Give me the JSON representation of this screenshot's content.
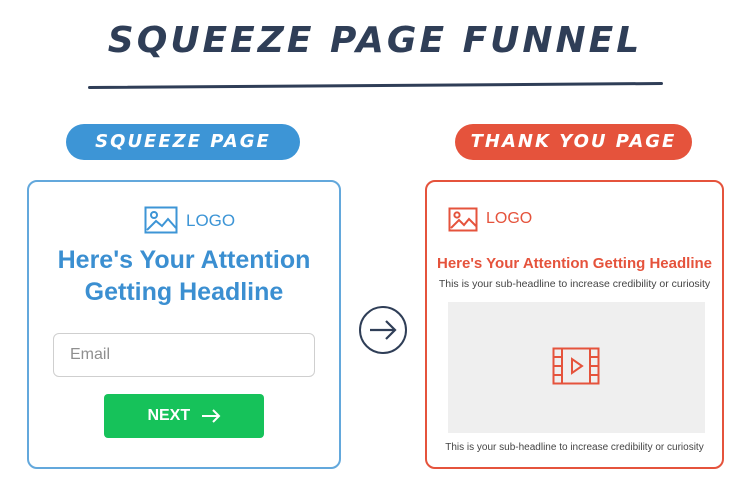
{
  "title": "SQUEEZE PAGE FUNNEL",
  "squeeze": {
    "pill": "SQUEEZE PAGE",
    "logo": "LOGO",
    "headline": "Here's Your Attention Getting Headline",
    "email_placeholder": "Email",
    "button": "NEXT"
  },
  "thankyou": {
    "pill": "THANK YOU PAGE",
    "logo": "LOGO",
    "headline": "Here's Your Attention Getting Headline",
    "subheadline_top": "This is your sub-headline to increase credibility or curiosity",
    "subheadline_bottom": "This is your sub-headline to increase credibility or curiosity"
  },
  "colors": {
    "blue": "#3d95d6",
    "red": "#e5533c",
    "green": "#16c25a",
    "navy": "#2f3e57"
  },
  "icons": [
    "image-icon",
    "arrow-right-icon",
    "video-icon",
    "circle-arrow-icon"
  ]
}
